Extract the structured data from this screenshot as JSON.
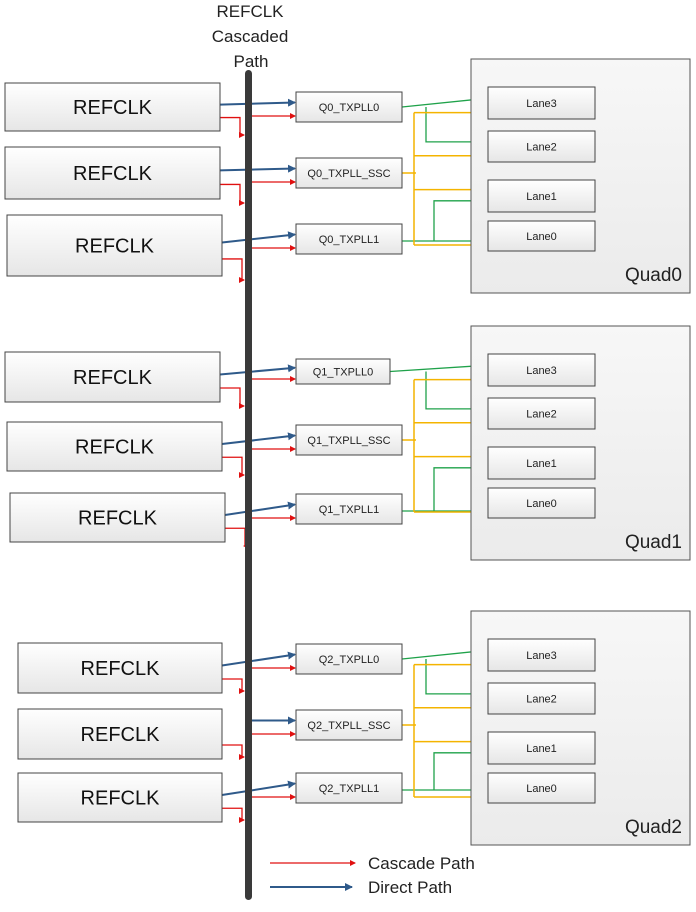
{
  "title": [
    "REFCLK",
    "Cascaded",
    "Path"
  ],
  "colors": {
    "cascade": "#e01010",
    "direct": "#2f5a8a",
    "green": "#1fa24a",
    "yellow": "#f4b400",
    "bar": "#3a3a3a",
    "box_stroke": "#333333"
  },
  "refclk_label": "REFCLK",
  "quads": [
    {
      "name": "Quad0",
      "plls": [
        "Q0_TXPLL0",
        "Q0_TXPLL_SSC",
        "Q0_TXPLL1"
      ],
      "lanes": [
        "Lane3",
        "Lane2",
        "Lane1",
        "Lane0"
      ]
    },
    {
      "name": "Quad1",
      "plls": [
        "Q1_TXPLL0",
        "Q1_TXPLL_SSC",
        "Q1_TXPLL1"
      ],
      "lanes": [
        "Lane3",
        "Lane2",
        "Lane1",
        "Lane0"
      ]
    },
    {
      "name": "Quad2",
      "plls": [
        "Q2_TXPLL0",
        "Q2_TXPLL_SSC",
        "Q2_TXPLL1"
      ],
      "lanes": [
        "Lane3",
        "Lane2",
        "Lane1",
        "Lane0"
      ]
    }
  ],
  "legend": [
    {
      "label": "Cascade Path",
      "color_key": "cascade"
    },
    {
      "label": "Direct Path",
      "color_key": "direct"
    }
  ]
}
